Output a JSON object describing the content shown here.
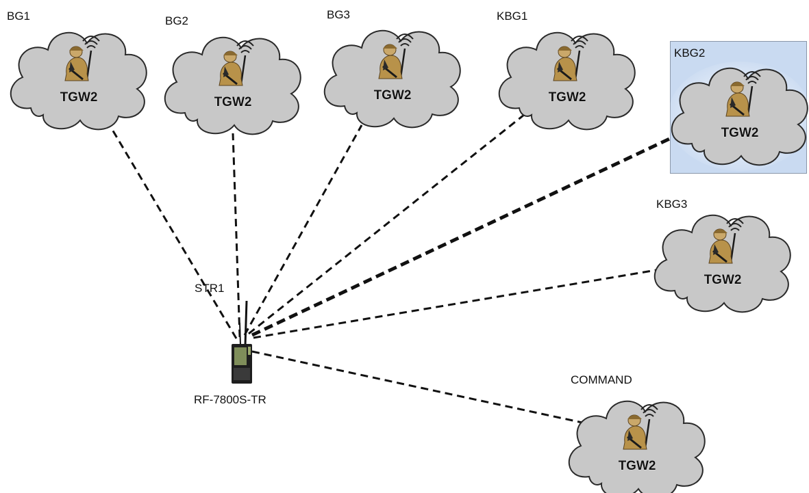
{
  "diagram": {
    "hub": {
      "label": "STR1",
      "device_label": "RF-7800S-TR"
    },
    "nodes": [
      {
        "id": "BG1",
        "label": "BG1",
        "gateway": "TGW2",
        "highlighted": false,
        "link": "normal"
      },
      {
        "id": "BG2",
        "label": "BG2",
        "gateway": "TGW2",
        "highlighted": false,
        "link": "normal"
      },
      {
        "id": "BG3",
        "label": "BG3",
        "gateway": "TGW2",
        "highlighted": false,
        "link": "normal"
      },
      {
        "id": "KBG1",
        "label": "KBG1",
        "gateway": "TGW2",
        "highlighted": false,
        "link": "normal"
      },
      {
        "id": "KBG2",
        "label": "KBG2",
        "gateway": "TGW2",
        "highlighted": true,
        "link": "bold"
      },
      {
        "id": "KBG3",
        "label": "KBG3",
        "gateway": "TGW2",
        "highlighted": false,
        "link": "normal"
      },
      {
        "id": "COMMAND",
        "label": "COMMAND",
        "gateway": "TGW2",
        "highlighted": false,
        "link": "normal"
      }
    ],
    "colors": {
      "cloud_fill": "#c8c8c8",
      "cloud_stroke": "#2a2a2a",
      "highlight_fill": "#c9daf1",
      "link_stroke": "#111111",
      "soldier_uniform": "#b8924a"
    },
    "icons": {
      "node_icon": "soldier-with-antenna-icon",
      "hub_icon": "manpack-radio-icon"
    }
  }
}
